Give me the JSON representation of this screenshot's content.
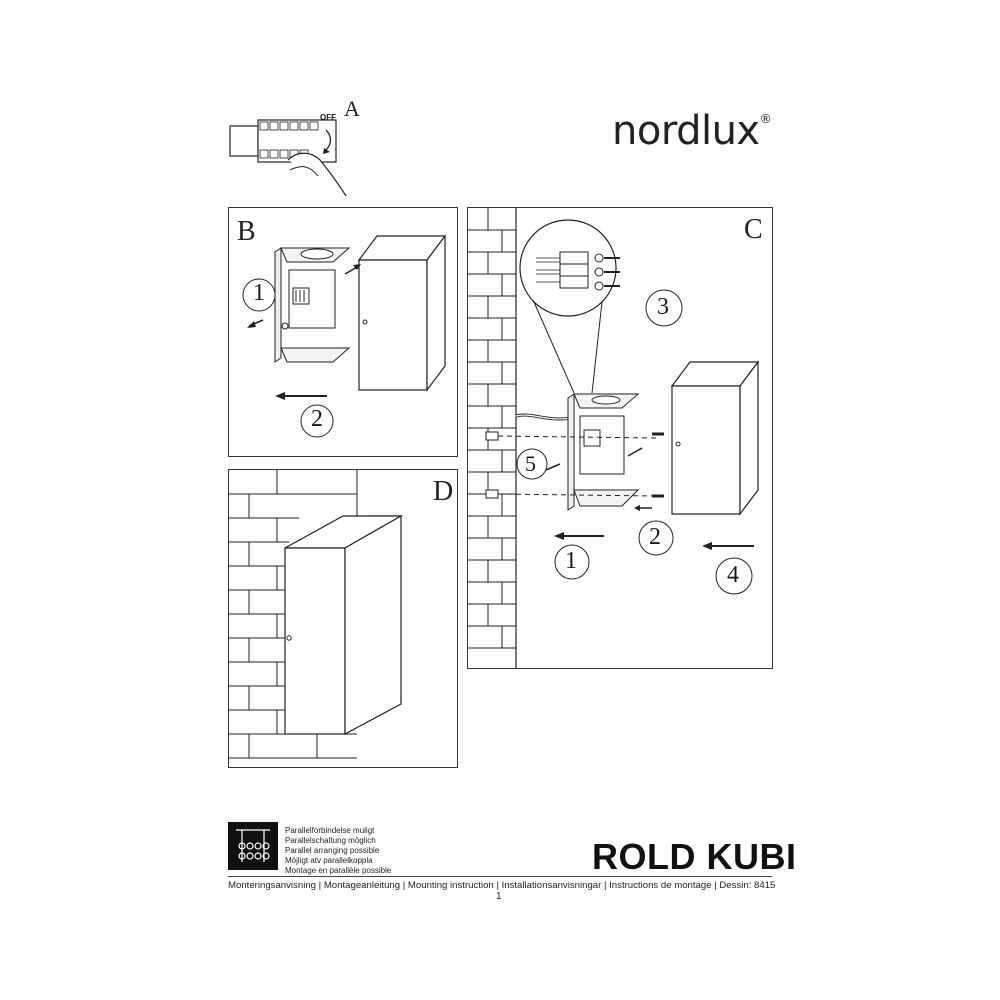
{
  "brand": {
    "name": "nordlux",
    "registered": "®"
  },
  "product": "ROLD KUBI",
  "step_a": {
    "label": "A",
    "switch_text": "OFF"
  },
  "panels": {
    "b": {
      "label": "B",
      "steps": [
        "1",
        "2"
      ]
    },
    "c": {
      "label": "C",
      "steps": [
        "1",
        "2",
        "3",
        "4",
        "5"
      ]
    },
    "d": {
      "label": "D"
    }
  },
  "parallel_notice": [
    "Parallelforbindelse muligt",
    "Parallelschaltung möglich",
    "Parallel arranging possible",
    "Möjligt atv parallelkoppla",
    "Montage en parallèle possible"
  ],
  "footer": "Monteringsanvisning | Montageanleitung | Mounting instruction | Installationsanvisningar | Instructions de montage | Dessin: 8415",
  "page_number": "1",
  "icons": [
    "breaker-hand-icon",
    "parallel-wiring-icon",
    "terminal-block-icon"
  ]
}
